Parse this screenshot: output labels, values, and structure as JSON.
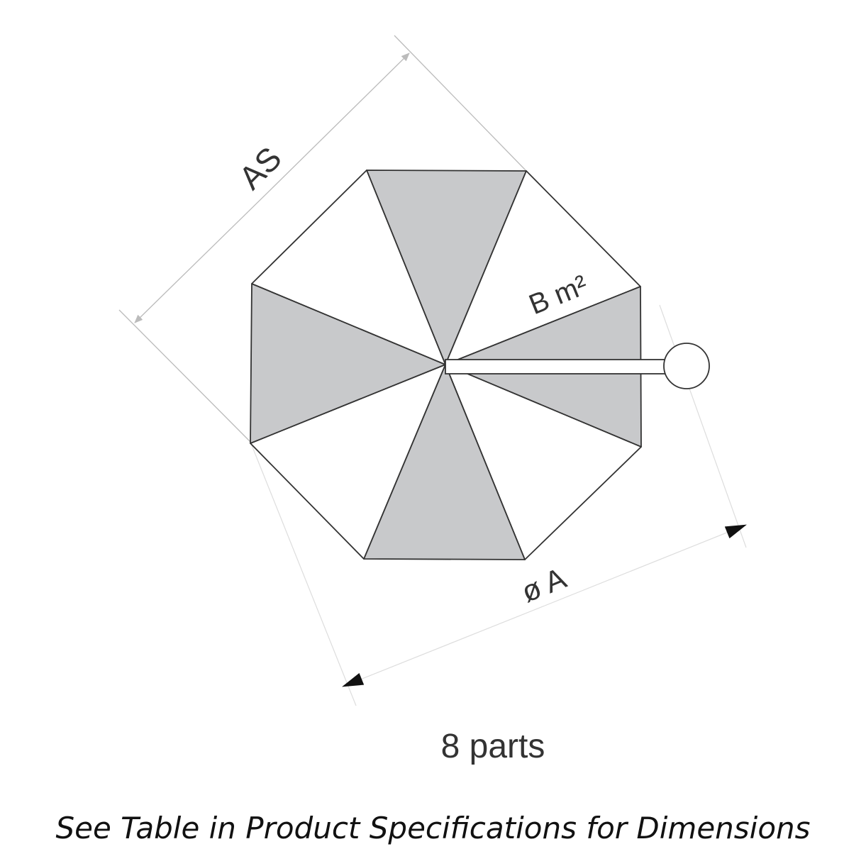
{
  "diagram": {
    "label_side": "AS",
    "label_area": "B m²",
    "label_diameter": "ø A",
    "parts_label": "8 parts",
    "caption": "See Table in Product Specifications for Dimensions",
    "segments": 8,
    "colors": {
      "panel_gray": "#c8c9cb",
      "panel_white": "#ffffff",
      "outline": "#333333",
      "dimension": "#bbbbbb"
    }
  }
}
